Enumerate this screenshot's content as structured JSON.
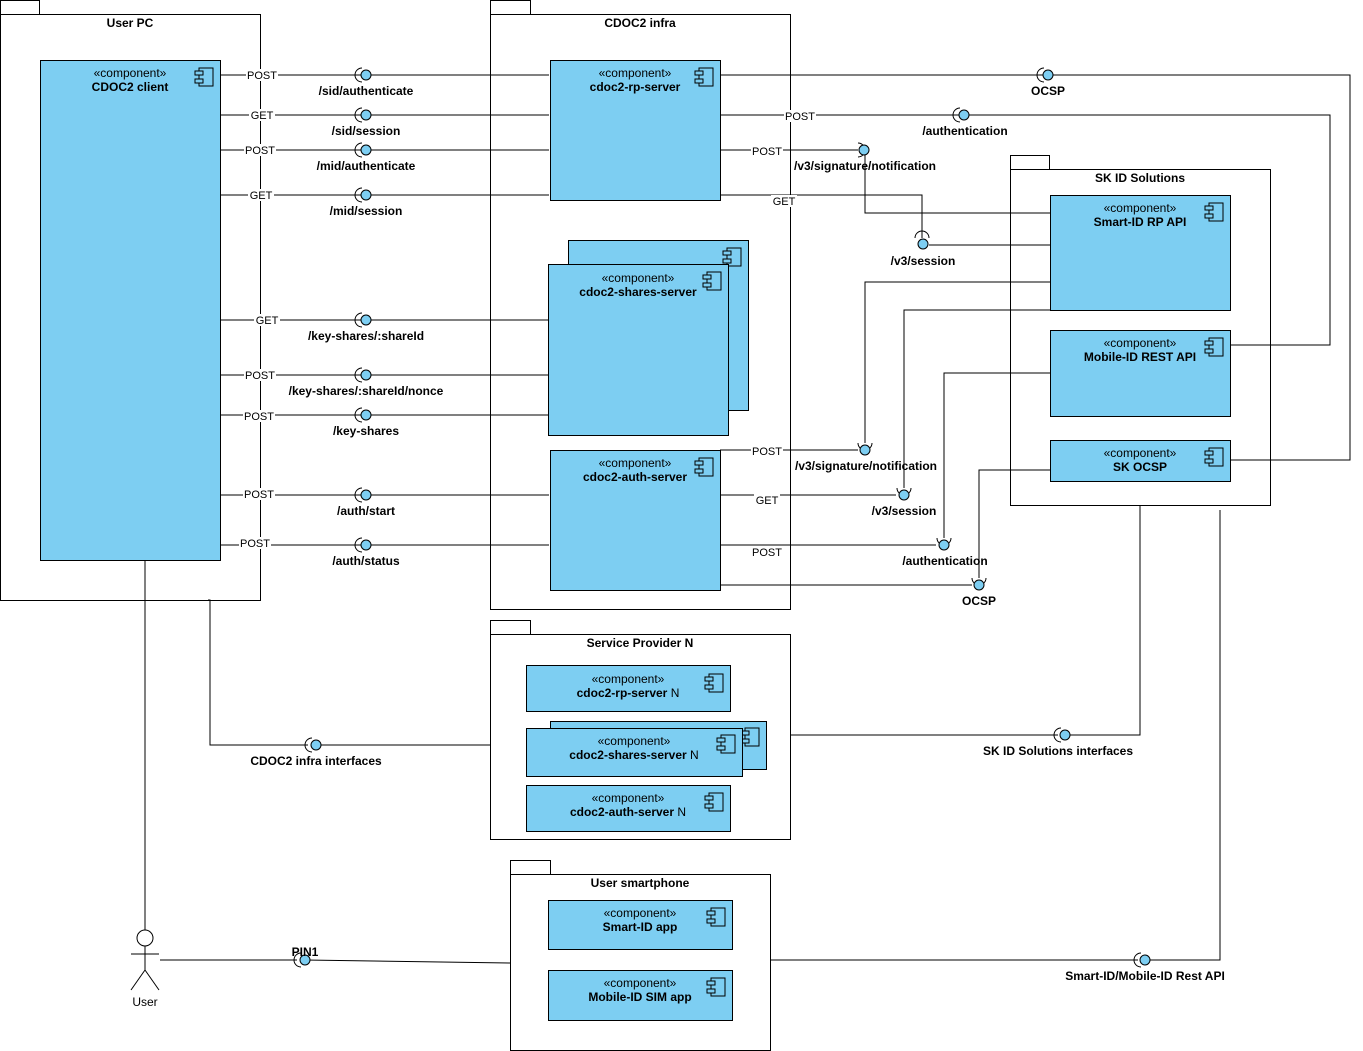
{
  "packages": {
    "user_pc": "User PC",
    "cdoc2_infra": "CDOC2 infra",
    "sk_id": "SK ID Solutions",
    "service_provider": "Service Provider N",
    "smartphone": "User smartphone"
  },
  "stereotype": "«component»",
  "components": {
    "client": "CDOC2 client",
    "rp_server": "cdoc2-rp-server",
    "shares_server": "cdoc2-shares-server",
    "auth_server": "cdoc2-auth-server",
    "smart_id_api": "Smart-ID RP API",
    "mobile_id_api": "Mobile-ID REST API",
    "sk_ocsp": "SK OCSP",
    "sp_rp_server": "cdoc2-rp-server",
    "sp_shares_server": "cdoc2-shares-server",
    "sp_auth_server": "cdoc2-auth-server",
    "sp_suffix": "N",
    "smart_id_app": "Smart-ID app",
    "mobile_id_app": "Mobile-ID SIM app"
  },
  "interfaces": {
    "sid_authenticate": "/sid/authenticate",
    "sid_session": "/sid/session",
    "mid_authenticate": "/mid/authenticate",
    "mid_session": "/mid/session",
    "key_shares_id": "/key-shares/:shareId",
    "key_shares_nonce": "/key-shares/:shareId/nonce",
    "key_shares": "/key-shares",
    "auth_start": "/auth/start",
    "auth_status": "/auth/status",
    "ocsp_top": "OCSP",
    "authentication_top": "/authentication",
    "v3_notification_top": "/v3/signature/notification",
    "v3_session_top": "/v3/session",
    "v3_notification_bottom": "/v3/signature/notification",
    "v3_session_bottom": "/v3/session",
    "authentication_bottom": "/authentication",
    "ocsp_bottom": "OCSP",
    "cdoc2_infra_interfaces": "CDOC2 infra interfaces",
    "sk_id_interfaces": "SK ID Solutions interfaces",
    "pin1": "PIN1",
    "smart_mobile_rest": "Smart-ID/Mobile-ID Rest API"
  },
  "methods": {
    "m1": "POST",
    "m2": "GET",
    "m3": "POST",
    "m4": "GET",
    "m5": "GET",
    "m6": "POST",
    "m7": "POST",
    "m8": "POST",
    "m9": "POST",
    "rp_post_auth": "POST",
    "rp_post_v3": "POST",
    "rp_get": "GET",
    "auth_post_v3": "POST",
    "auth_get": "GET",
    "auth_post": "POST"
  },
  "actor": "User"
}
